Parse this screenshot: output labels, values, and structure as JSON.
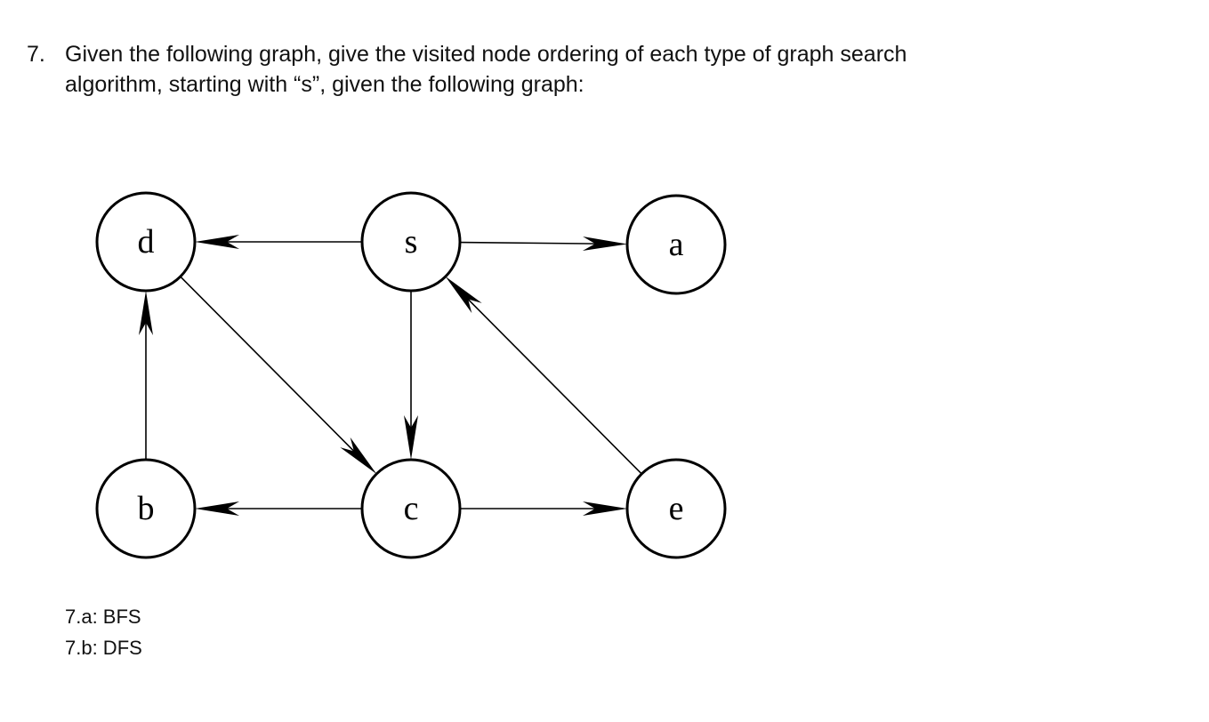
{
  "question": {
    "number": "7.",
    "text": "Given the following graph, give the visited node ordering of each type of graph search algorithm, starting with “s”, given the following graph:"
  },
  "graph": {
    "nodes": [
      {
        "id": "d",
        "label": "d"
      },
      {
        "id": "s",
        "label": "s"
      },
      {
        "id": "a",
        "label": "a"
      },
      {
        "id": "b",
        "label": "b"
      },
      {
        "id": "c",
        "label": "c"
      },
      {
        "id": "e",
        "label": "e"
      }
    ],
    "edges": [
      {
        "from": "s",
        "to": "d"
      },
      {
        "from": "s",
        "to": "a"
      },
      {
        "from": "s",
        "to": "c"
      },
      {
        "from": "b",
        "to": "d"
      },
      {
        "from": "d",
        "to": "c"
      },
      {
        "from": "c",
        "to": "b"
      },
      {
        "from": "c",
        "to": "e"
      },
      {
        "from": "e",
        "to": "s"
      }
    ]
  },
  "parts": [
    {
      "label": "7.a: BFS"
    },
    {
      "label": "7.b: DFS"
    }
  ]
}
